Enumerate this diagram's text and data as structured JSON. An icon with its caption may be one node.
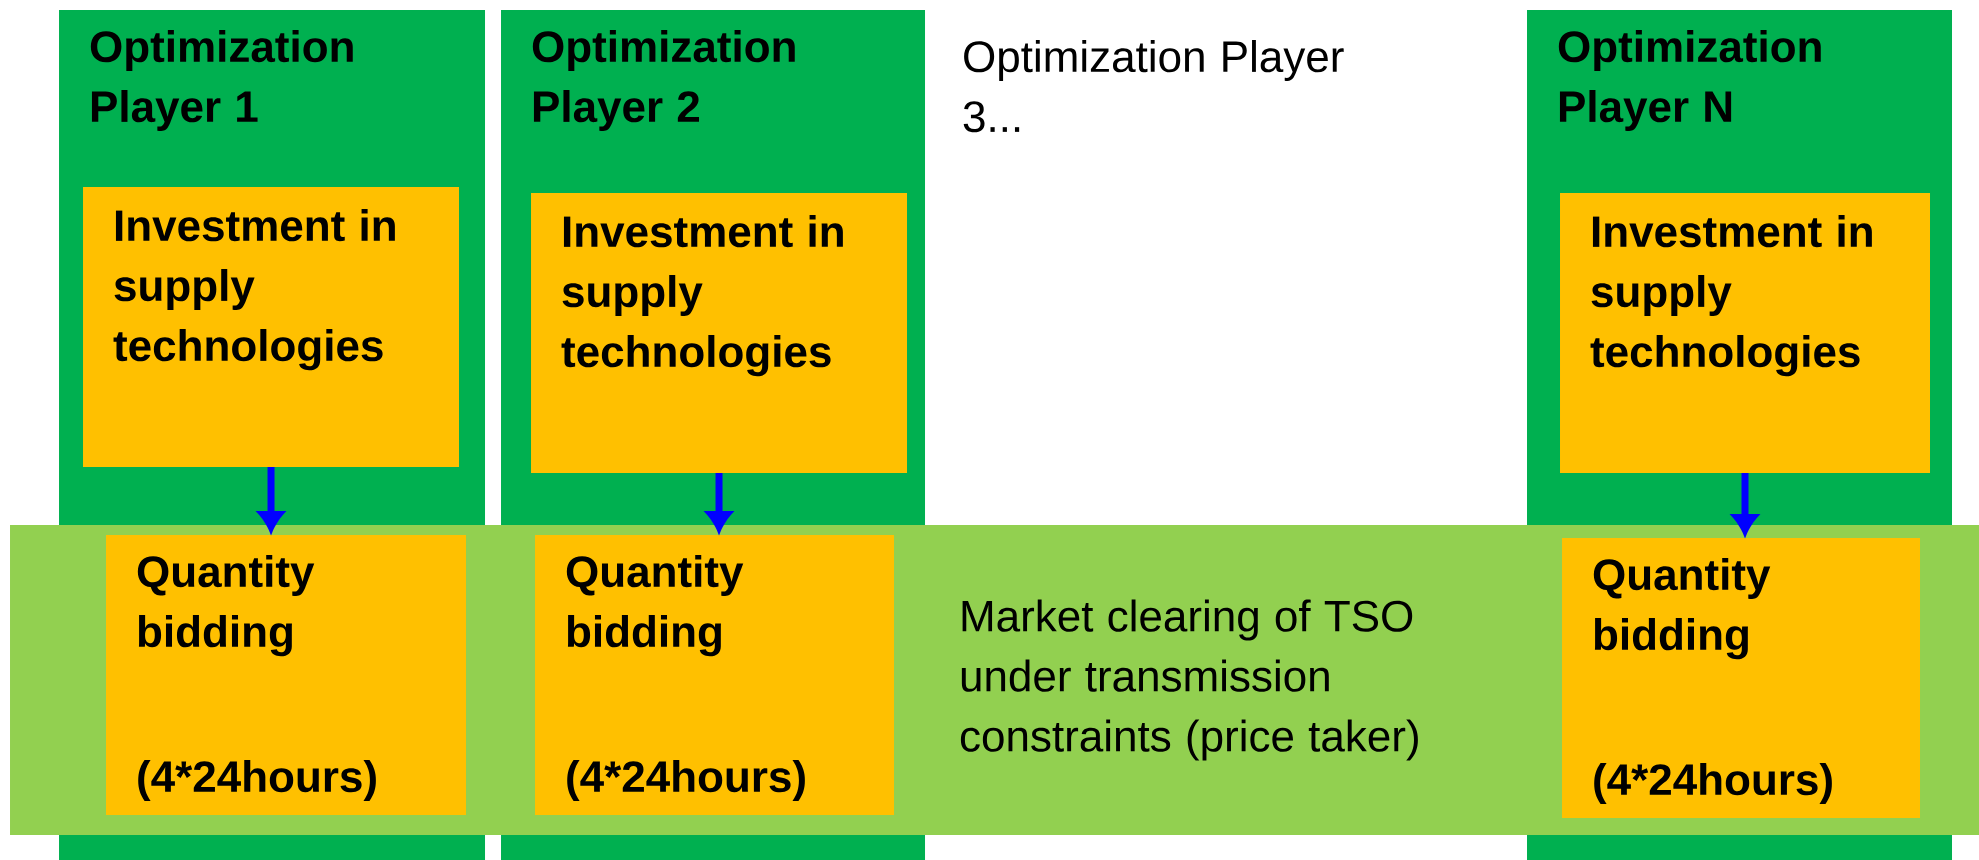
{
  "diagram": {
    "nodes": [
      {
        "text": [
          "Optimization Player 1"
        ]
      },
      {
        "text": [
          "Investment in supply technologies"
        ],
        "in": 0
      },
      {
        "text": [
          "Optimization Player 2"
        ]
      },
      {
        "text": [
          "Investment in supply technologies"
        ],
        "in": 2
      },
      {
        "text": [
          "Optimization Player 3..."
        ]
      },
      {
        "text": [
          "Optimization Player N"
        ]
      },
      {
        "text": [
          "Investment in supply technologies"
        ],
        "in": 5
      },
      {
        "text": [
          "Market clearing of TSO under transmission constraints (price taker)"
        ]
      },
      {
        "text": [
          "Quantity bidding",
          "(4*24hours)"
        ]
      },
      {
        "text": [
          "Quantity bidding",
          "(4*24hours)"
        ]
      },
      {
        "text": [
          "Quantity bidding",
          "(4*24hours)"
        ]
      }
    ],
    "edges": [
      {
        "from": 1,
        "to": 8,
        "arrow": "to"
      },
      {
        "from": 3,
        "to": 9,
        "arrow": "to"
      },
      {
        "from": 6,
        "to": 10,
        "arrow": "to"
      }
    ]
  }
}
